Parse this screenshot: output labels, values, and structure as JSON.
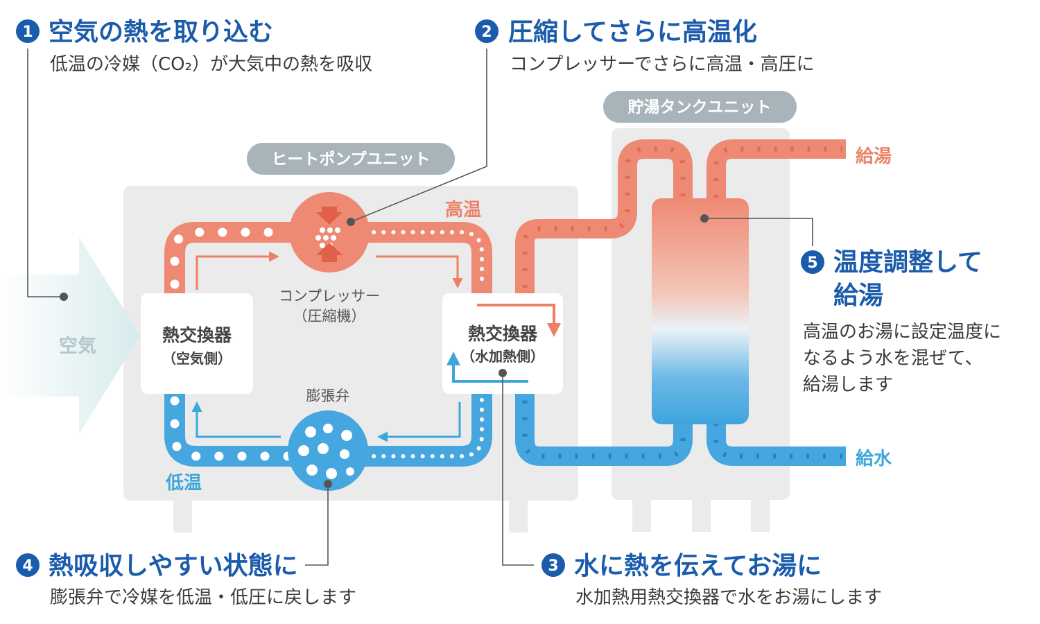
{
  "annotations": [
    {
      "num": "1",
      "title": "空気の熱を取り込む",
      "desc": "低温の冷媒（CO₂）が大気中の熱を吸収"
    },
    {
      "num": "2",
      "title": "圧縮してさらに高温化",
      "desc": "コンプレッサーでさらに高温・高圧に"
    },
    {
      "num": "3",
      "title": "水に熱を伝えてお湯に",
      "desc": "水加熱用熱交換器で水をお湯にします"
    },
    {
      "num": "4",
      "title": "熱吸収しやすい状態に",
      "desc": "膨張弁で冷媒を低温・低圧に戻します"
    },
    {
      "num": "5",
      "title_line1": "温度調整して",
      "title_line2": "給湯",
      "desc_line1": "高温のお湯に設定温度に",
      "desc_line2": "なるよう水を混ぜて、",
      "desc_line3": "給湯します"
    }
  ],
  "units": {
    "heat_pump": "ヒートポンプユニット",
    "tank": "貯湯タンクユニット"
  },
  "components": {
    "hx_air_title": "熱交換器",
    "hx_air_sub": "（空気側）",
    "hx_water_title": "熱交換器",
    "hx_water_sub": "（水加熱側）",
    "compressor_line1": "コンプレッサー",
    "compressor_line2": "（圧縮機）",
    "valve": "膨張弁"
  },
  "labels": {
    "air": "空気",
    "high_temp": "高温",
    "low_temp": "低温",
    "hot_out": "給湯",
    "cold_in": "給水"
  },
  "colors": {
    "hot": "#ee8a73",
    "cold": "#46a6df",
    "accent_blue": "#1a5bab",
    "unit_gray": "#ebebeb",
    "pill_gray": "#a8b3ba"
  }
}
